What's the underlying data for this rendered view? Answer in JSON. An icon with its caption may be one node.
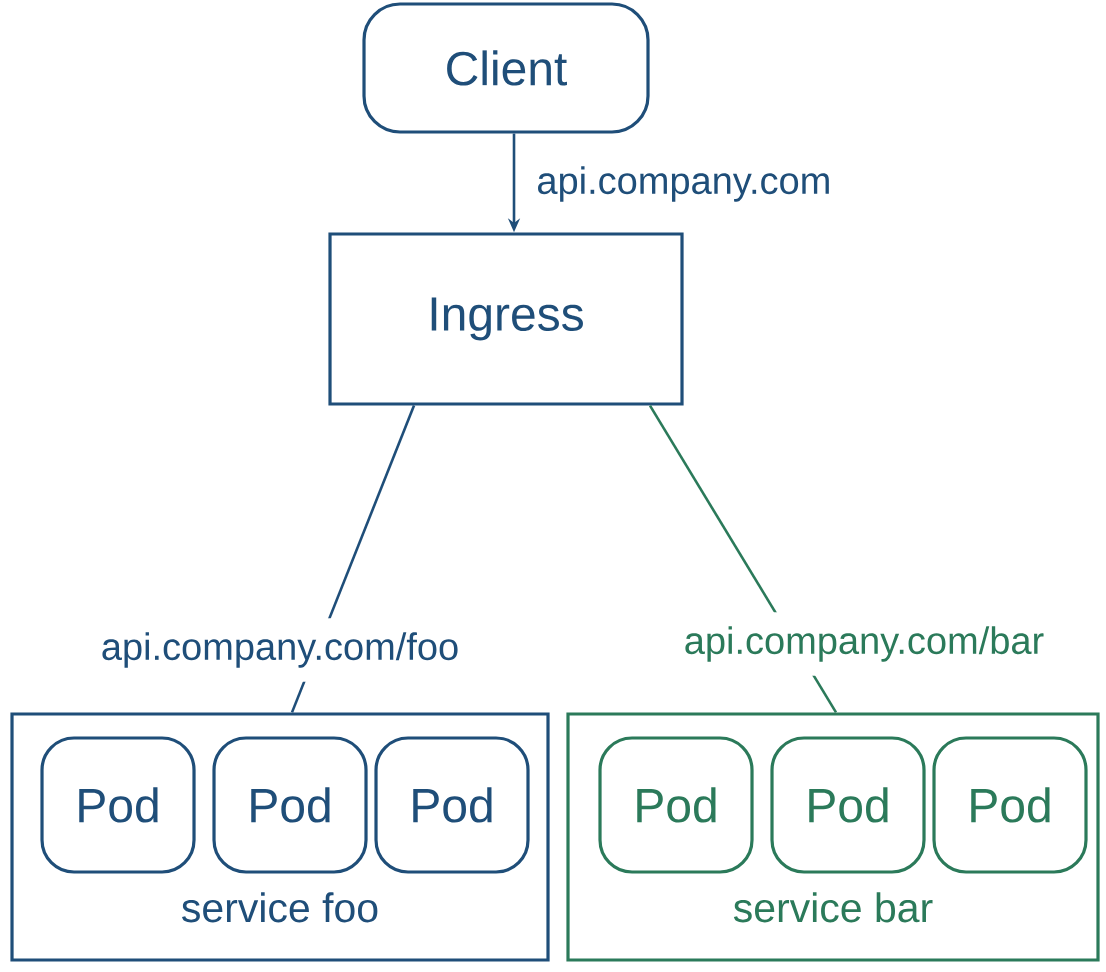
{
  "diagram": {
    "nodes": [
      {
        "text": [
          "Client"
        ]
      },
      {
        "text": [
          "Ingress"
        ]
      },
      {
        "text": [
          "service foo"
        ]
      },
      {
        "text": [
          "Pod"
        ],
        "in": 2
      },
      {
        "text": [
          "Pod"
        ],
        "in": 2
      },
      {
        "text": [
          "Pod"
        ],
        "in": 2
      },
      {
        "text": [
          "service bar"
        ]
      },
      {
        "text": [
          "Pod"
        ],
        "in": 6
      },
      {
        "text": [
          "Pod"
        ],
        "in": 6
      },
      {
        "text": [
          "Pod"
        ],
        "in": 6
      }
    ],
    "edges": [
      {
        "from": 0,
        "to": 1,
        "arrow": "to",
        "label": "api.company.com"
      },
      {
        "from": 1,
        "to": 2,
        "arrow": "none",
        "label": "api.company.com/foo"
      },
      {
        "from": 1,
        "to": 6,
        "arrow": "none",
        "label": "api.company.com/bar",
        "color": "#2b7a5a"
      }
    ]
  }
}
